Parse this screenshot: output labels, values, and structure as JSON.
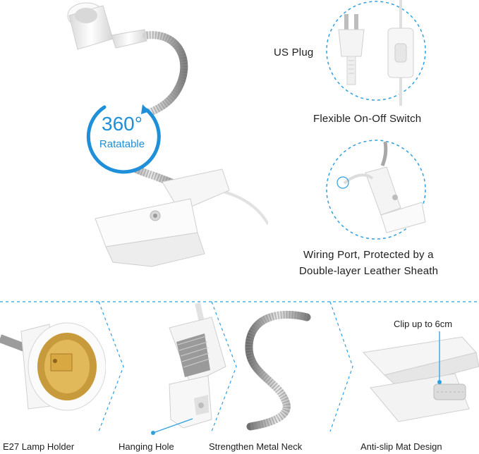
{
  "badge": {
    "value": "360°",
    "label": "Ratatable",
    "accent": "#1e8fd8"
  },
  "callouts": {
    "us_plug": "US Plug",
    "switch": "Flexible On-Off Switch",
    "wiring_line1": "Wiring Port, Protected by a",
    "wiring_line2": "Double-layer Leather Sheath",
    "clip_up_to": "Clip up to 6cm"
  },
  "features": [
    {
      "label": "E27 Lamp Holder"
    },
    {
      "label": "Hanging Hole"
    },
    {
      "label": "Strengthen Metal Neck"
    },
    {
      "label": "Anti-slip Mat Design"
    }
  ],
  "colors": {
    "dashed_line": "#2f9fe0",
    "product": "#f1f1f1",
    "metal": "#a7a7a7",
    "brass": "#c79a3b"
  }
}
